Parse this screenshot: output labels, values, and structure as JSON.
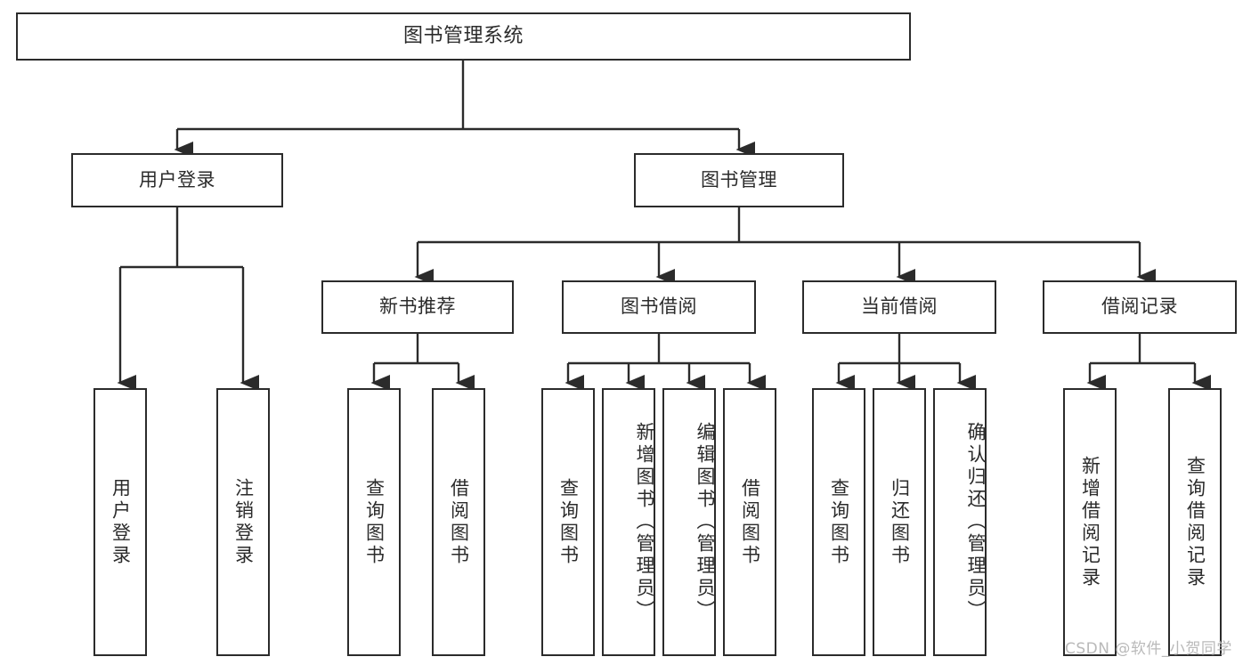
{
  "diagram": {
    "type": "tree",
    "title": "图书管理系统",
    "watermark": "CSDN @软件_小贺同学",
    "colors": {
      "box_border": "#2b2b2b",
      "box_fill": "#ffffff",
      "connector": "#2b2b2b",
      "text": "#2b2b2b",
      "watermark": "#b9b9b9",
      "background": "#ffffff"
    },
    "nodes": {
      "root": {
        "label": "图书管理系统"
      },
      "l2": [
        {
          "id": "user_login",
          "label": "用户登录"
        },
        {
          "id": "book_manage",
          "label": "图书管理"
        }
      ],
      "l3": [
        {
          "id": "new_book_rec",
          "label": "新书推荐"
        },
        {
          "id": "book_borrow",
          "label": "图书借阅"
        },
        {
          "id": "current_borrow",
          "label": "当前借阅"
        },
        {
          "id": "borrow_record",
          "label": "借阅记录"
        }
      ],
      "leaves": {
        "user_login": [
          {
            "id": "leaf_user_login",
            "label": "用户登录"
          },
          {
            "id": "leaf_logout",
            "label": "注销登录"
          }
        ],
        "new_book_rec": [
          {
            "id": "leaf_query_book_1",
            "label": "查询图书"
          },
          {
            "id": "leaf_borrow_book_1",
            "label": "借阅图书"
          }
        ],
        "book_borrow": [
          {
            "id": "leaf_query_book_2",
            "label": "查询图书"
          },
          {
            "id": "leaf_add_book",
            "label": "新增图书（管理员）"
          },
          {
            "id": "leaf_edit_book",
            "label": "编辑图书（管理员）"
          },
          {
            "id": "leaf_borrow_book_2",
            "label": "借阅图书"
          }
        ],
        "current_borrow": [
          {
            "id": "leaf_query_book_3",
            "label": "查询图书"
          },
          {
            "id": "leaf_return_book",
            "label": "归还图书"
          },
          {
            "id": "leaf_confirm_return",
            "label": "确认归还（管理员）"
          }
        ],
        "borrow_record": [
          {
            "id": "leaf_add_record",
            "label": "新增借阅记录"
          },
          {
            "id": "leaf_query_record",
            "label": "查询借阅记录"
          }
        ]
      }
    }
  }
}
